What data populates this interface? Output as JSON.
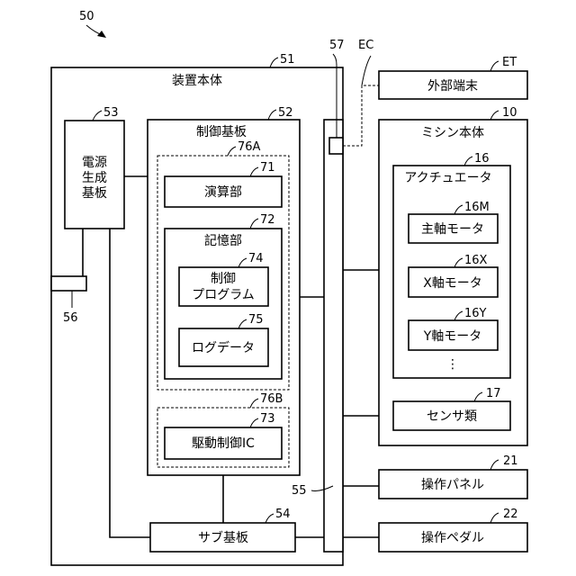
{
  "figure": {
    "ref_device": "50",
    "main_body": {
      "ref": "51",
      "label": "装置本体"
    },
    "power_board": {
      "ref": "53",
      "label_lines": [
        "電源",
        "生成",
        "基板"
      ]
    },
    "control_board": {
      "ref": "52",
      "label": "制御基板"
    },
    "region_a": {
      "ref": "76A"
    },
    "region_b": {
      "ref": "76B"
    },
    "arithmetic_unit": {
      "ref": "71",
      "label": "演算部"
    },
    "storage_unit": {
      "ref": "72",
      "label": "記憶部"
    },
    "control_program": {
      "ref": "74",
      "label_lines": [
        "制御",
        "プログラム"
      ]
    },
    "log_data": {
      "ref": "75",
      "label": "ログデータ"
    },
    "drive_control_ic": {
      "ref": "73",
      "label": "駆動制御IC"
    },
    "sub_board": {
      "ref": "54",
      "label": "サブ基板"
    },
    "connector": {
      "ref": "56"
    },
    "bus": {
      "ref": "55"
    },
    "port": {
      "ref": "57"
    },
    "cable": {
      "ref": "EC"
    },
    "external_terminal": {
      "ref": "ET",
      "label": "外部端末"
    },
    "sewing_machine_body": {
      "ref": "10",
      "label": "ミシン本体"
    },
    "actuator": {
      "ref": "16",
      "label": "アクチュエータ"
    },
    "main_shaft_motor": {
      "ref": "16M",
      "label": "主軸モータ"
    },
    "x_axis_motor": {
      "ref": "16X",
      "label": "X軸モータ"
    },
    "y_axis_motor": {
      "ref": "16Y",
      "label": "Y軸モータ"
    },
    "more_motors": {
      "label": "⋮"
    },
    "sensors": {
      "ref": "17",
      "label": "センサ類"
    },
    "operation_panel": {
      "ref": "21",
      "label": "操作パネル"
    },
    "operation_pedal": {
      "ref": "22",
      "label": "操作ペダル"
    }
  }
}
